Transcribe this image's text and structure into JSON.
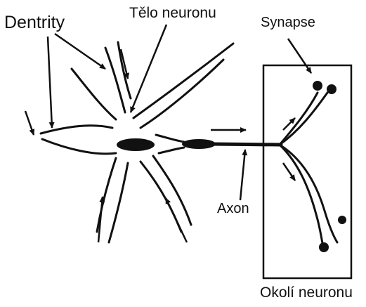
{
  "labels": {
    "dendrites": "Dentrity",
    "cell_body": "Tělo neuronu",
    "synapse": "Synapse",
    "axon": "Axon",
    "surroundings": "Okolí neuronu"
  },
  "colors": {
    "ink": "#111111",
    "background": "#ffffff"
  }
}
